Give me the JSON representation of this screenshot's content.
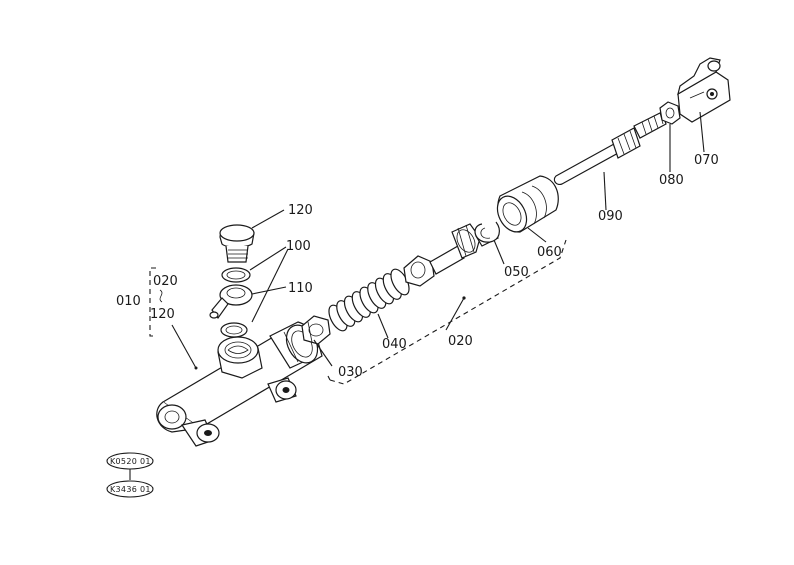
{
  "labels": {
    "p010": "010",
    "p020_group": "020",
    "p120_group": "120",
    "p020": "020",
    "p030": "030",
    "p040": "040",
    "p050": "050",
    "p060": "060",
    "p070": "070",
    "p080": "080",
    "p090": "090",
    "p100": "100",
    "p110": "110",
    "p120": "120"
  },
  "references": {
    "ref_top": "K0520 01",
    "ref_bottom": "K3436 01"
  }
}
